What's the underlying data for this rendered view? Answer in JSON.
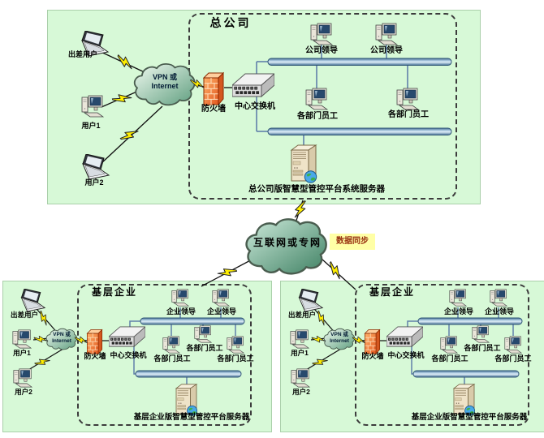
{
  "colors": {
    "panel_green": "#d7f9d7",
    "bus_bar_blue": "#5b87ad",
    "lan_line_blue": "#6080aa",
    "firewall_orange": "#e8702a",
    "lightning_yellow": "#ffee00",
    "cloud_green": "#63a383",
    "sync_badge_bg": "#ffffa6",
    "sync_badge_text": "#993311"
  },
  "diagram": {
    "hq": {
      "title": "总公司",
      "traveler": "出差用户",
      "user1": "用户1",
      "user2": "用户2",
      "cloud_line1": "VPN 或",
      "cloud_line2": "Internet",
      "firewall": "防火墙",
      "switch": "中心交换机",
      "leader1": "公司领导",
      "leader2": "公司领导",
      "staff1": "各部门员工",
      "staff2": "各部门员工",
      "server": "总公司版智慧型管控平台系统服务器"
    },
    "wan": {
      "cloud": "互联网或专网",
      "sync": "数据同步"
    },
    "branch_left": {
      "title": "基层企业",
      "traveler": "出差用户",
      "user1": "用户1",
      "user2": "用户2",
      "cloud_line1": "VPN 或",
      "cloud_line2": "Internet",
      "firewall": "防火墙",
      "switch": "中心交换机",
      "leader1": "企业领导",
      "leader2": "企业领导",
      "staff_left": "各部门员工",
      "staff_mid": "各部门员工",
      "staff_right": "各部门员工",
      "server": "基层企业版智慧型管控平台服务器"
    },
    "branch_right": {
      "title": "基层企业",
      "traveler": "出差用户",
      "user1": "用户1",
      "user2": "用户2",
      "cloud_line1": "VPN 或",
      "cloud_line2": "Internet",
      "firewall": "防火墙",
      "switch": "中心交换机",
      "leader1": "企业领导",
      "leader2": "企业领导",
      "staff_left": "各部门员工",
      "staff_mid": "各部门员工",
      "staff_right": "各部门员工",
      "server": "基层企业版智慧型管控平台服务器"
    }
  }
}
